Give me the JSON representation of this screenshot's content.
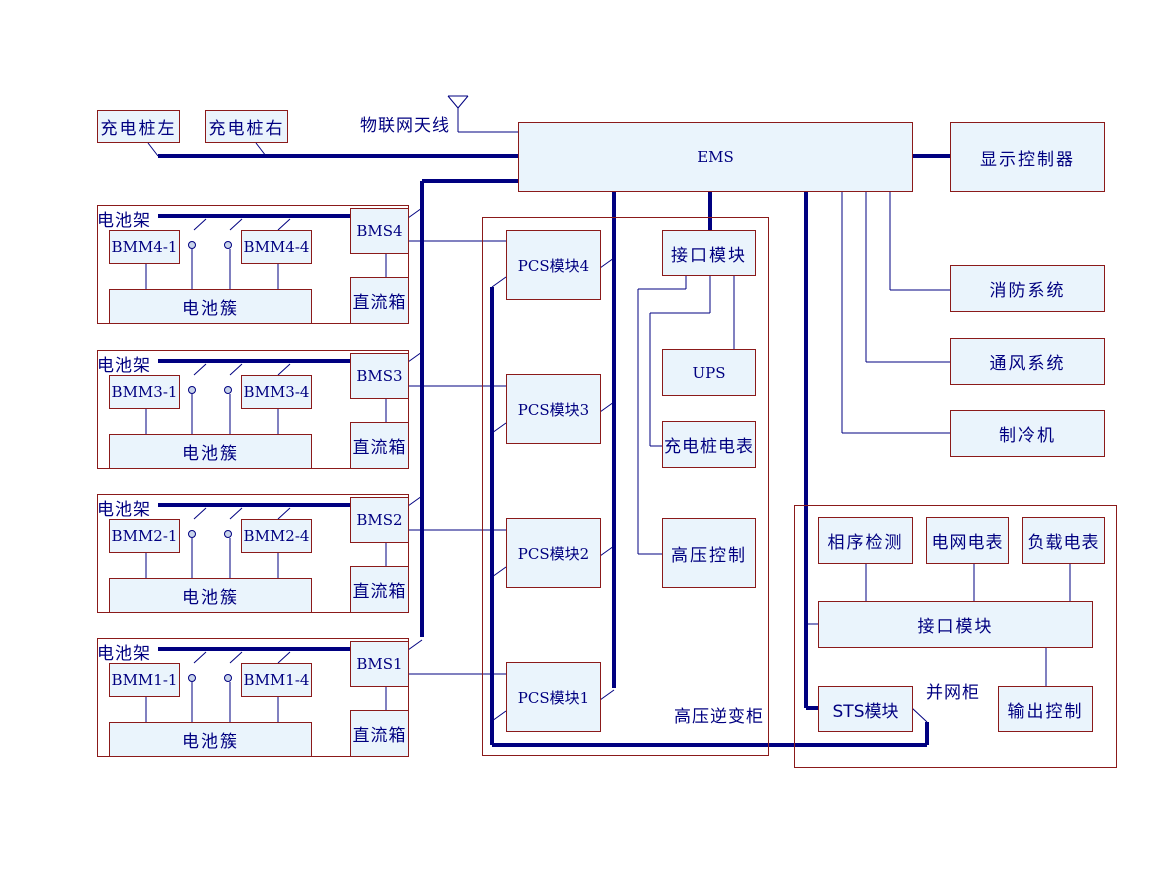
{
  "colors": {
    "box_fill": "#eaf4fc",
    "box_border": "#8b1a1a",
    "line": "#000080",
    "text": "#000080"
  },
  "antenna": {
    "label": "物联网天线",
    "icon": "antenna-icon"
  },
  "chargers": [
    "充电桩左",
    "充电桩右"
  ],
  "ems": "EMS",
  "display_controller": "显示控制器",
  "aux_systems": [
    "消防系统",
    "通风系统",
    "制冷机"
  ],
  "racks": [
    {
      "rack_label": "电池架",
      "bms": "BMS4",
      "bmm_left": "BMM4-1",
      "bmm_right": "BMM4-4",
      "cluster": "电池簇",
      "dc_box": "直流箱",
      "pcs": "PCS模块4"
    },
    {
      "rack_label": "电池架",
      "bms": "BMS3",
      "bmm_left": "BMM3-1",
      "bmm_right": "BMM3-4",
      "cluster": "电池簇",
      "dc_box": "直流箱",
      "pcs": "PCS模块3"
    },
    {
      "rack_label": "电池架",
      "bms": "BMS2",
      "bmm_left": "BMM2-1",
      "bmm_right": "BMM2-4",
      "cluster": "电池簇",
      "dc_box": "直流箱",
      "pcs": "PCS模块2"
    },
    {
      "rack_label": "电池架",
      "bms": "BMS1",
      "bmm_left": "BMM1-1",
      "bmm_right": "BMM1-4",
      "cluster": "电池簇",
      "dc_box": "直流箱",
      "pcs": "PCS模块1"
    }
  ],
  "inverter_cabinet": {
    "label": "高压逆变柜",
    "interface_module": "接口模块",
    "ups": "UPS",
    "charger_meter": "充电桩电表",
    "hv_control": "高压控制"
  },
  "grid_cabinet": {
    "label": "并网柜",
    "phase_detection": "相序检测",
    "grid_meter": "电网电表",
    "load_meter": "负载电表",
    "interface_module": "接口模块",
    "sts_module": "STS模块",
    "output_control": "输出控制"
  }
}
